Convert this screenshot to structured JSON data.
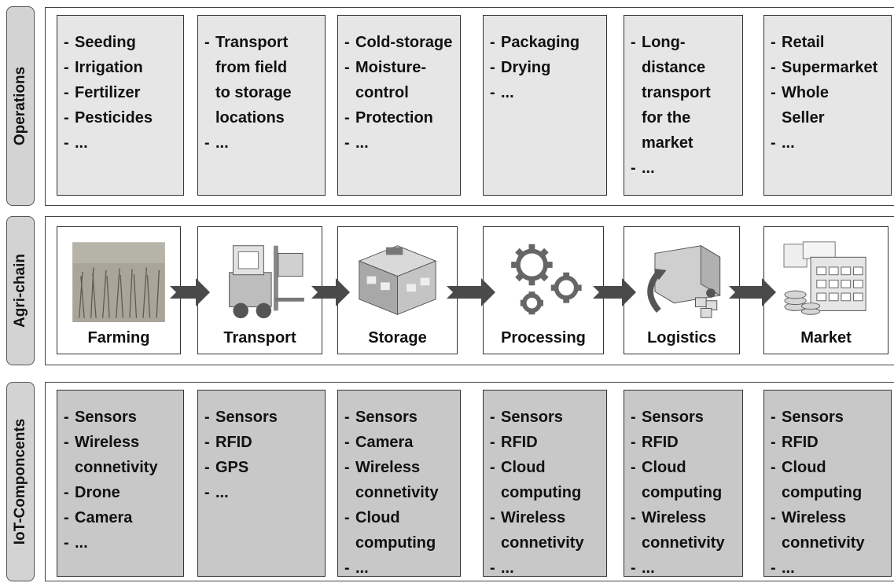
{
  "rows": {
    "operations_label": "Operations",
    "agrichain_label": "Agri-chain",
    "iot_label": "IoT-Componcents"
  },
  "operations": [
    {
      "items": [
        [
          "- ",
          "Seeding"
        ],
        [
          "- ",
          "Irrigation"
        ],
        [
          "- ",
          "Fertilizer"
        ],
        [
          "- ",
          "Pesticides"
        ],
        [
          "- ",
          "..."
        ]
      ]
    },
    {
      "items": [
        [
          "- ",
          "Transport"
        ],
        [
          "",
          "from field"
        ],
        [
          "",
          "to storage"
        ],
        [
          "",
          "locations"
        ],
        [
          "- ",
          "..."
        ]
      ]
    },
    {
      "items": [
        [
          "- ",
          "Cold-storage"
        ],
        [
          "- ",
          "Moisture-"
        ],
        [
          "",
          "control"
        ],
        [
          "- ",
          "Protection"
        ],
        [
          "- ",
          "..."
        ]
      ]
    },
    {
      "items": [
        [
          "- ",
          "Packaging"
        ],
        [
          "- ",
          "Drying"
        ],
        [
          "- ",
          "..."
        ]
      ]
    },
    {
      "items": [
        [
          "- ",
          "Long-"
        ],
        [
          "",
          "distance"
        ],
        [
          "",
          "transport"
        ],
        [
          "",
          "for the"
        ],
        [
          "",
          "market"
        ],
        [
          "- ",
          "..."
        ]
      ]
    },
    {
      "items": [
        [
          "- ",
          "Retail"
        ],
        [
          "- ",
          "Supermarket"
        ],
        [
          "- ",
          "Whole"
        ],
        [
          "",
          "Seller"
        ],
        [
          "- ",
          "..."
        ]
      ]
    }
  ],
  "agri_chain": [
    {
      "label": "Farming",
      "icon": "field-icon"
    },
    {
      "label": "Transport",
      "icon": "forklift-icon"
    },
    {
      "label": "Storage",
      "icon": "warehouse-icon"
    },
    {
      "label": "Processing",
      "icon": "gears-icon"
    },
    {
      "label": "Logistics",
      "icon": "truck-icon"
    },
    {
      "label": "Market",
      "icon": "market-icon"
    }
  ],
  "iot": [
    {
      "items": [
        [
          "- ",
          "Sensors"
        ],
        [
          "- ",
          "Wireless"
        ],
        [
          "",
          "connetivity"
        ],
        [
          "- ",
          "Drone"
        ],
        [
          "- ",
          "Camera"
        ],
        [
          "- ",
          "..."
        ]
      ]
    },
    {
      "items": [
        [
          "- ",
          "Sensors"
        ],
        [
          "- ",
          "RFID"
        ],
        [
          "- ",
          "GPS"
        ],
        [
          "- ",
          "..."
        ]
      ]
    },
    {
      "items": [
        [
          "- ",
          "Sensors"
        ],
        [
          "- ",
          "Camera"
        ],
        [
          "- ",
          "Wireless"
        ],
        [
          "",
          "connetivity"
        ],
        [
          "- ",
          "Cloud"
        ],
        [
          "",
          "computing"
        ],
        [
          "- ",
          "..."
        ]
      ]
    },
    {
      "items": [
        [
          "- ",
          "Sensors"
        ],
        [
          "- ",
          "RFID"
        ],
        [
          "- ",
          "Cloud"
        ],
        [
          "",
          "computing"
        ],
        [
          "- ",
          "Wireless"
        ],
        [
          "",
          "connetivity"
        ],
        [
          "- ",
          "..."
        ]
      ]
    },
    {
      "items": [
        [
          "- ",
          "Sensors"
        ],
        [
          "- ",
          "RFID"
        ],
        [
          "- ",
          "Cloud"
        ],
        [
          "",
          "computing"
        ],
        [
          "- ",
          "Wireless"
        ],
        [
          "",
          "connetivity"
        ],
        [
          "- ",
          "..."
        ]
      ]
    },
    {
      "items": [
        [
          "- ",
          "Sensors"
        ],
        [
          "- ",
          "RFID"
        ],
        [
          "- ",
          "Cloud"
        ],
        [
          "",
          "computing"
        ],
        [
          "- ",
          "Wireless"
        ],
        [
          "",
          "connetivity"
        ],
        [
          "- ",
          "..."
        ]
      ]
    }
  ]
}
